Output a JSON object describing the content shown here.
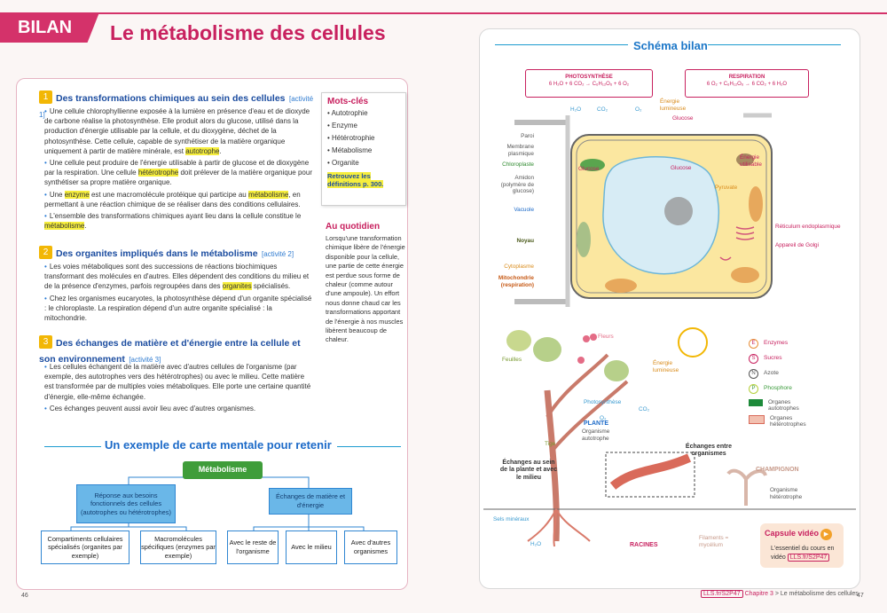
{
  "header": {
    "badge": "BILAN",
    "title": "Le métabolisme des cellules"
  },
  "sections": [
    {
      "number": "1",
      "title": "Des transformations chimiques au sein des cellules",
      "activity": "[activité 1]",
      "paragraphs": [
        "Une cellule chlorophyllienne exposée à la lumière en présence d'eau et de dioxyde de carbone réalise la photosynthèse. Elle produit alors du glucose, utilisé dans la production d'énergie utilisable par la cellule, et du dioxygène, déchet de la photosynthèse. Cette cellule, capable de synthétiser de la matière organique uniquement à partir de matière minérale, est autotrophe.",
        "Une cellule peut produire de l'énergie utilisable à partir de glucose et de dioxygène par la respiration. Une cellule hétérotrophe doit prélever de la matière organique pour synthétiser sa propre matière organique.",
        "Une enzyme est une macromolécule protéique qui participe au métabolisme, en permettant à une réaction chimique de se réaliser dans des conditions cellulaires.",
        "L'ensemble des transformations chimiques ayant lieu dans la cellule constitue le métabolisme."
      ]
    },
    {
      "number": "2",
      "title": "Des organites impliqués dans le métabolisme",
      "activity": "[activité 2]",
      "paragraphs": [
        "Les voies métaboliques sont des successions de réactions biochimiques transformant des molécules en d'autres. Elles dépendent des conditions du milieu et de la présence d'enzymes, parfois regroupées dans des organites spécialisés.",
        "Chez les organismes eucaryotes, la photosynthèse dépend d'un organite spécialisé : le chloroplaste. La respiration dépend d'un autre organite spécialisé : la mitochondrie."
      ]
    },
    {
      "number": "3",
      "title": "Des échanges de matière et d'énergie entre la cellule et son environnement",
      "activity": "[activité 3]",
      "paragraphs": [
        "Les cellules échangent de la matière avec d'autres cellules de l'organisme (par exemple, des autotrophes vers des hétérotrophes) ou avec le milieu. Cette matière est transformée par de multiples voies métaboliques. Elle porte une certaine quantité d'énergie, elle-même échangée.",
        "Ces échanges peuvent aussi avoir lieu avec d'autres organismes."
      ]
    }
  ],
  "highlights": [
    "autotrophe",
    "hétérotrophe",
    "enzyme",
    "métabolisme",
    "organites"
  ],
  "mots_cles": {
    "title": "Mots-clés",
    "items": [
      "Autotrophie",
      "Enzyme",
      "Hétérotrophie",
      "Métabolisme",
      "Organite"
    ],
    "footer": "Retrouvez les définitions p. 300."
  },
  "quotidien": {
    "title": "Au quotidien",
    "text": "Lorsqu'une transformation chimique libère de l'énergie disponible pour la cellule, une partie de cette énergie est perdue sous forme de chaleur (comme autour d'une ampoule). Un effort nous donne chaud car les transformations apportant de l'énergie à nos muscles libèrent beaucoup de chaleur."
  },
  "carte": {
    "title": "Un exemple de carte mentale pour retenir",
    "root": "Métabolisme",
    "left": "Réponse aux besoins fonctionnels des cellules (autotrophes ou hétérotrophes)",
    "right": "Échanges de matière et d'énergie",
    "leaves": [
      "Compartiments cellulaires spécialisés (organites par exemple)",
      "Macromolécules spécifiques (enzymes par exemple)",
      "Avec le reste de l'organisme",
      "Avec le milieu",
      "Avec d'autres organismes"
    ]
  },
  "schema": {
    "title": "Schéma bilan",
    "photosynthese": {
      "title": "PHOTOSYNTHÈSE",
      "equation": "6 H₂O + 6 CO₂ → C₆H₁₂O₆ + 6 O₂"
    },
    "respiration": {
      "title": "RESPIRATION",
      "equation": "6 O₂ + C₆H₁₂O₆ → 6 CO₂ + 6 H₂O"
    },
    "cell_labels_left": [
      "Paroi",
      "Membrane plasmique",
      "Chloroplaste",
      "Amidon (polymère de glucose)",
      "Vacuole",
      "Noyau",
      "Cytoplasme",
      "Mitochondrie (respiration)"
    ],
    "cell_labels_right": [
      "Réticulum endoplasmique",
      "Appareil de Golgi"
    ],
    "inner_labels": {
      "energie_lumineuse": "Énergie lumineuse",
      "glucose": "Glucose",
      "energie_utilisable": "Énergie utilisable",
      "pyruvate": "Pyruvate",
      "h2o": "H₂O",
      "co2": "CO₂",
      "o2": "O₂"
    },
    "plant_labels": {
      "fleurs": "Fleurs",
      "feuilles": "Feuilles",
      "energie_lumineuse": "Énergie lumineuse",
      "photosynthese": "Photosynthèse",
      "co2": "CO₂",
      "o2": "O₂",
      "plante": "PLANTE",
      "organisme_autotrophe": "Organisme autotrophe",
      "tige": "Tige",
      "echanges_sein": "Échanges au sein de la plante et avec le milieu",
      "echanges_organismes": "Échanges entre organismes",
      "champignon": "CHAMPIGNON",
      "organisme_heterotrophe": "Organisme hétérotrophe",
      "sels_mineraux": "Sels minéraux",
      "h2o": "H₂O",
      "racines": "RACINES",
      "filaments": "Filaments = mycélium"
    },
    "legend": [
      {
        "symbol": "E",
        "label": "Enzymes"
      },
      {
        "symbol": "S",
        "label": "Sucres"
      },
      {
        "symbol": "N",
        "label": "Azote"
      },
      {
        "symbol": "P",
        "label": "Phosphore"
      },
      {
        "symbol": "",
        "label": "Organes autotrophes"
      },
      {
        "symbol": "",
        "label": "Organes hétérotrophes"
      }
    ]
  },
  "capsule": {
    "title": "Capsule vidéo",
    "text": "L'essentiel du cours en vidéo",
    "link": "LLS.fr/S2P47"
  },
  "footer": {
    "page_left": "46",
    "page_right": "47",
    "link": "LLS.fr/S2P47",
    "chapter": "Chapitre 3",
    "chapter_title": "Le métabolisme des cellules"
  },
  "colors": {
    "accent": "#c8215f",
    "blue": "#1c4da0",
    "highlight": "#f6ee3d"
  }
}
